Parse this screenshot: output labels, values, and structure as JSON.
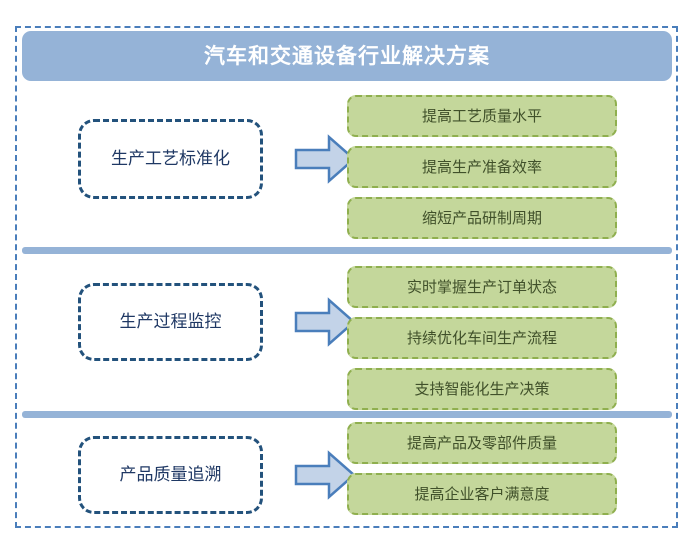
{
  "header": {
    "title": "汽车和交通设备行业解决方案"
  },
  "colors": {
    "header_bar": "#95b3d7",
    "outer_frame_border": "#4a7ebb",
    "separator_bar": "#95b3d7",
    "capability_box_border": "#23527c",
    "capability_text": "#1f3864",
    "outcome_box_fill": "#c4d79b",
    "outcome_box_border": "#8faf4e",
    "outcome_text": "#40502a",
    "arrow_fill": "#c3d3e8",
    "arrow_border": "#4a7ebb"
  },
  "groups": [
    {
      "capability": "生产工艺标准化",
      "arrow_icon": "right-arrow-icon",
      "outcomes": [
        "提高工艺质量水平",
        "提高生产准备效率",
        "缩短产品研制周期"
      ]
    },
    {
      "capability": "生产过程监控",
      "arrow_icon": "right-arrow-icon",
      "outcomes": [
        "实时掌握生产订单状态",
        "持续优化车间生产流程",
        "支持智能化生产决策"
      ]
    },
    {
      "capability": "产品质量追溯",
      "arrow_icon": "right-arrow-icon",
      "outcomes": [
        "提高产品及零部件质量",
        "提高企业客户满意度"
      ]
    }
  ]
}
